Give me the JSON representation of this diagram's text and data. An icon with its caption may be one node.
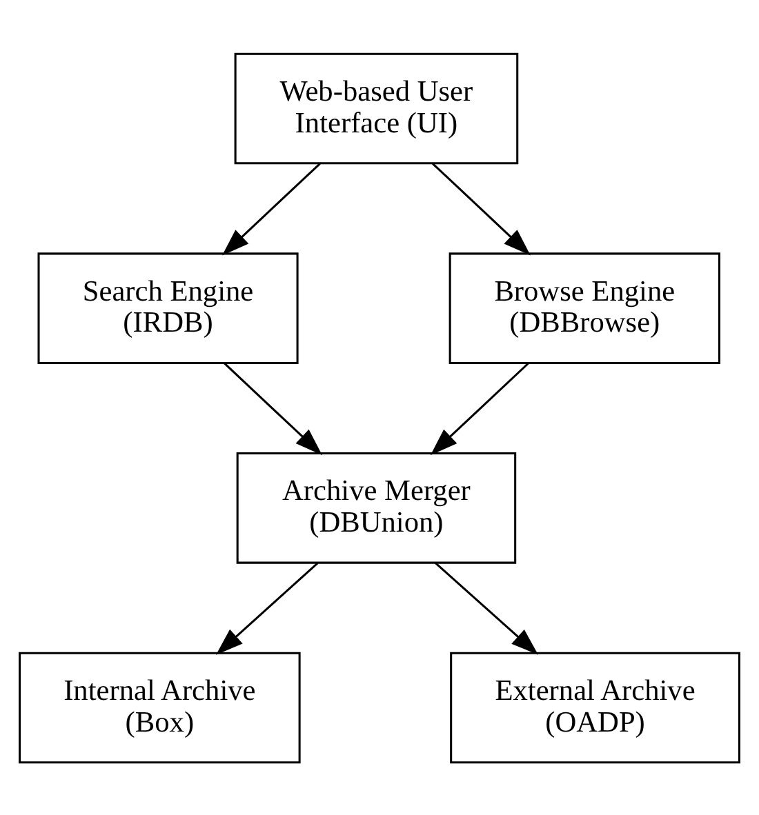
{
  "diagram": {
    "nodes": [
      {
        "text": [
          "Web-based User Interface (UI)"
        ]
      },
      {
        "text": [
          "Search Engine (IRDB)"
        ]
      },
      {
        "text": [
          "Browse Engine (DBBrowse)"
        ]
      },
      {
        "text": [
          "Archive Merger (DBUnion)"
        ]
      },
      {
        "text": [
          "Internal Archive (Box)"
        ]
      },
      {
        "text": [
          "External Archive (OADP)"
        ]
      }
    ],
    "edges": [
      {
        "from": 0,
        "to": 1,
        "arrow": "to"
      },
      {
        "from": 0,
        "to": 2,
        "arrow": "to"
      },
      {
        "from": 1,
        "to": 3,
        "arrow": "to"
      },
      {
        "from": 2,
        "to": 3,
        "arrow": "to"
      },
      {
        "from": 3,
        "to": 4,
        "arrow": "to"
      },
      {
        "from": 3,
        "to": 5,
        "arrow": "to"
      }
    ]
  }
}
